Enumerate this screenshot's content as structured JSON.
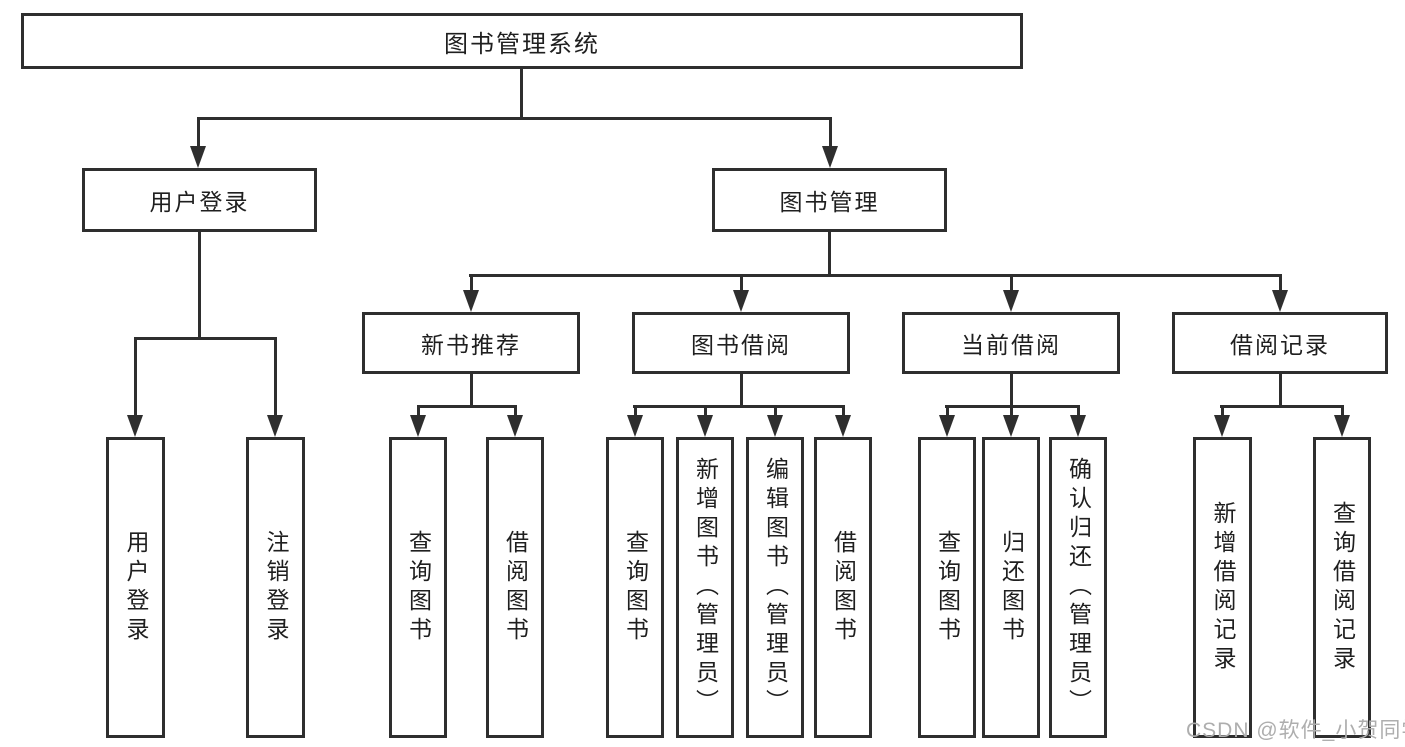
{
  "diagram": {
    "root": {
      "label": "图书管理系统"
    },
    "level2": [
      {
        "label": "用户登录"
      },
      {
        "label": "图书管理"
      }
    ],
    "level3": [
      {
        "label": "新书推荐"
      },
      {
        "label": "图书借阅"
      },
      {
        "label": "当前借阅"
      },
      {
        "label": "借阅记录"
      }
    ],
    "leaves": [
      "用户登录",
      "注销登录",
      "查询图书",
      "借阅图书",
      "查询图书",
      "新增图书（管理员）",
      "编辑图书（管理员）",
      "借阅图书",
      "查询图书",
      "归还图书",
      "确认归还（管理员）",
      "新增借阅记录",
      "查询借阅记录"
    ],
    "colors": {
      "line": "#2e2e2e",
      "text": "#1f1f1f",
      "background": "#ffffff",
      "watermark": "#aeaeae"
    }
  },
  "watermark": {
    "text": "CSDN @软件_小贺同学"
  }
}
